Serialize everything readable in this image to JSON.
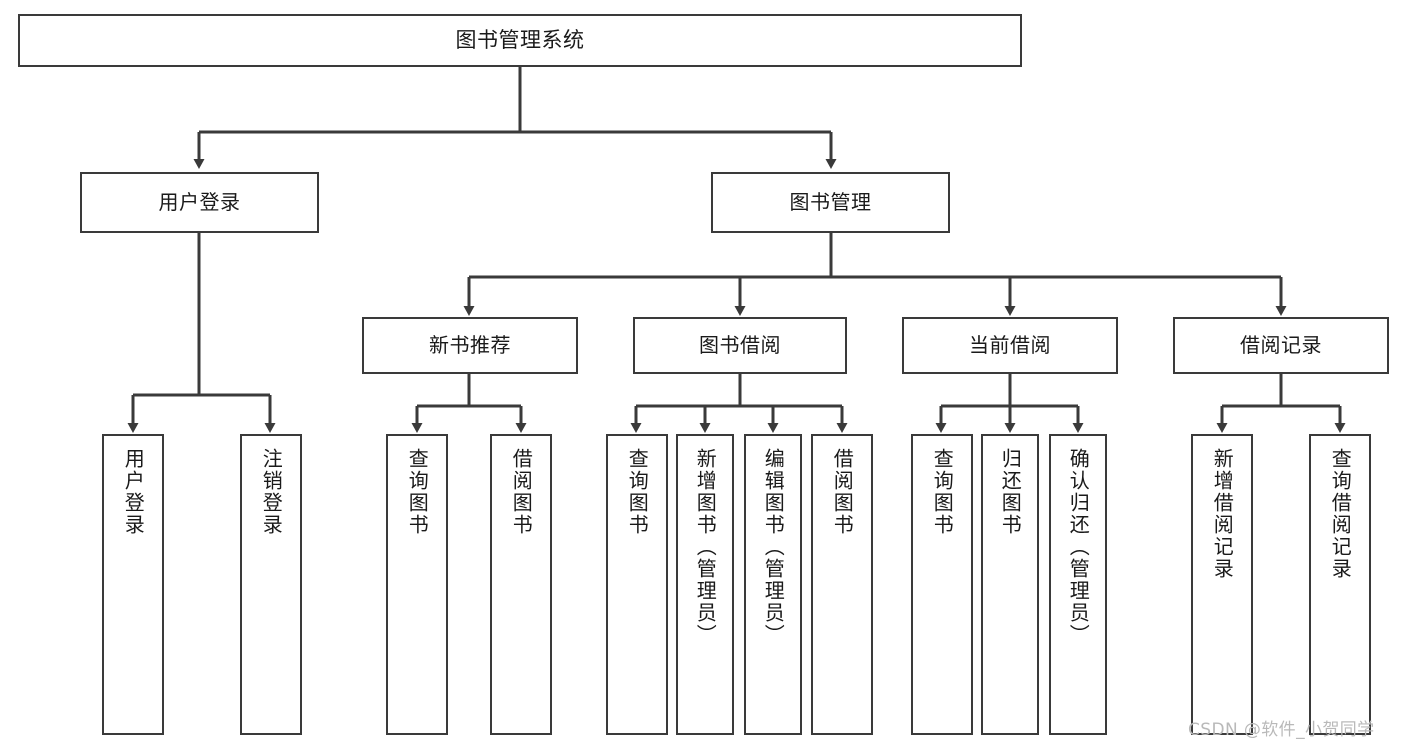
{
  "diagram": {
    "type": "tree-hierarchy-chart",
    "title": "图书管理系统",
    "orientation": "top-down",
    "box_stroke": "#3a3a3a",
    "box_fill": "#ffffff",
    "text_color": "#1a1a1a",
    "nodes": {
      "root": {
        "label": "图书管理系统"
      },
      "level2": [
        {
          "id": "user-login",
          "label": "用户登录"
        },
        {
          "id": "book-management",
          "label": "图书管理"
        }
      ],
      "level3": [
        {
          "id": "new-book-recommend",
          "label": "新书推荐",
          "parent": "book-management"
        },
        {
          "id": "book-borrow",
          "label": "图书借阅",
          "parent": "book-management"
        },
        {
          "id": "current-borrow",
          "label": "当前借阅",
          "parent": "book-management"
        },
        {
          "id": "borrow-record",
          "label": "借阅记录",
          "parent": "book-management"
        }
      ],
      "leaves": [
        {
          "id": "leaf-user-login",
          "label": "用户登录",
          "parent": "user-login"
        },
        {
          "id": "leaf-logout",
          "label": "注销登录",
          "parent": "user-login"
        },
        {
          "id": "leaf-query-book-1",
          "label": "查询图书",
          "parent": "new-book-recommend"
        },
        {
          "id": "leaf-borrow-book-1",
          "label": "借阅图书",
          "parent": "new-book-recommend"
        },
        {
          "id": "leaf-query-book-2",
          "label": "查询图书",
          "parent": "book-borrow"
        },
        {
          "id": "leaf-add-book",
          "label": "新增图书（管理员）",
          "parent": "book-borrow"
        },
        {
          "id": "leaf-edit-book",
          "label": "编辑图书（管理员）",
          "parent": "book-borrow"
        },
        {
          "id": "leaf-borrow-book-2",
          "label": "借阅图书",
          "parent": "book-borrow"
        },
        {
          "id": "leaf-query-book-3",
          "label": "查询图书",
          "parent": "current-borrow"
        },
        {
          "id": "leaf-return-book",
          "label": "归还图书",
          "parent": "current-borrow"
        },
        {
          "id": "leaf-confirm-return",
          "label": "确认归还（管理员）",
          "parent": "current-borrow"
        },
        {
          "id": "leaf-add-record",
          "label": "新增借阅记录",
          "parent": "borrow-record"
        },
        {
          "id": "leaf-query-record",
          "label": "查询借阅记录",
          "parent": "borrow-record"
        }
      ]
    }
  },
  "watermark": {
    "text": "CSDN @软件_小贺同学"
  }
}
